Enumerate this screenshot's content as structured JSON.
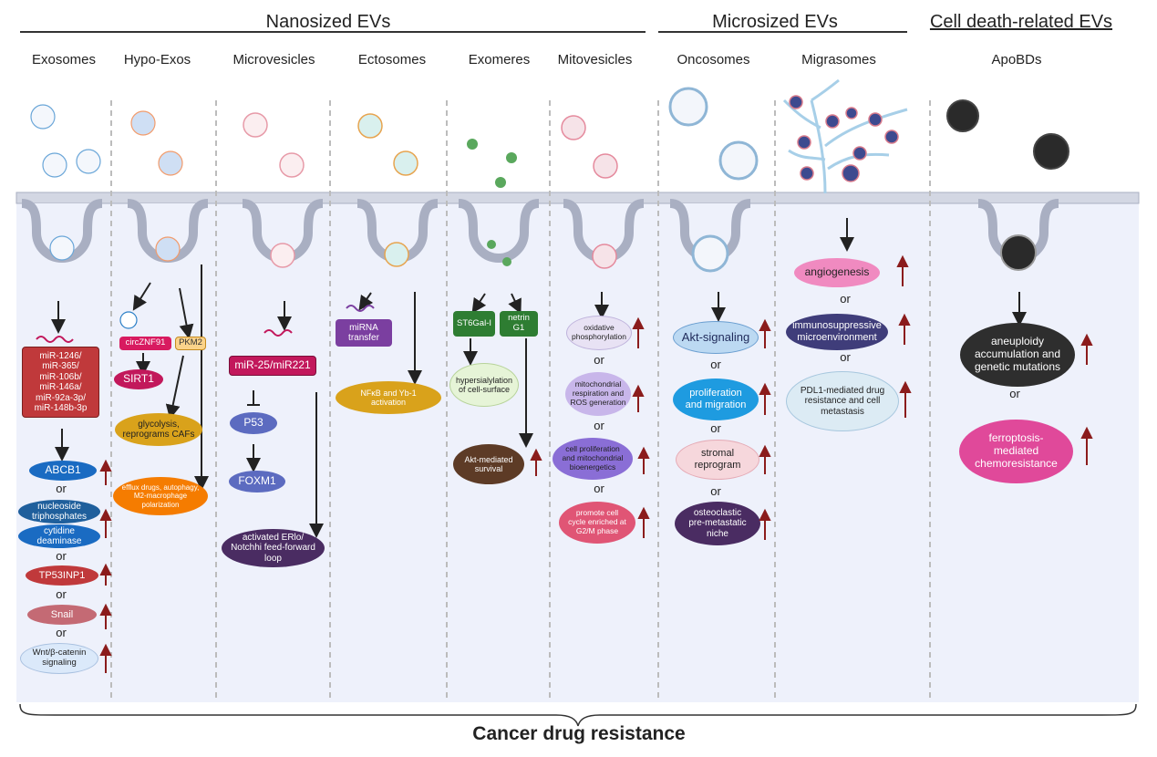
{
  "headers": {
    "nanosized": "Nanosized EVs",
    "microsized": "Microsized EVs",
    "cell_death": "Cell death-related EVs"
  },
  "columns": [
    "Exosomes",
    "Hypo-Exos",
    "Microvesicles",
    "Ectosomes",
    "Exomeres",
    "Mitovesicles",
    "Oncosomes",
    "Migrasomes",
    "ApoBDs"
  ],
  "or_label": "or",
  "exosomes": {
    "mirna": "miR-1246/\nmiR-365/\nmiR-106b/\nmiR-146a/\nmiR-92a-3p/\nmiR-148b-3p",
    "abcb1": "ABCB1",
    "nucleoside": "nucleoside\ntriphosphates",
    "cytidine": "cytidine\ndeaminase",
    "tp53inp1": "TP53INP1",
    "snail": "Snail",
    "wnt": "Wnt/β-catenin\nsignaling"
  },
  "hypoexos": {
    "circznf91": "circZNF91",
    "pkm2": "PKM2",
    "sirt1": "SIRT1",
    "glycolysis": "glycolysis,\nreprograms CAFs",
    "efflux": "efflux drugs, autophagy,\nM2-macrophage\npolarization"
  },
  "microvesicles": {
    "mir": "miR-25/miR221",
    "p53": "P53",
    "foxm1": "FOXM1",
    "activated": "activated ERlo/\nNotchhi feed-forward\nloop"
  },
  "ectosomes": {
    "mirna_transfer": "miRNA\ntransfer",
    "nfkb": "NFκB and Yb-1\nactivation"
  },
  "exomeres": {
    "st6gal": "ST6Gal-I",
    "netrin": "netrin\nG1",
    "hypersialylation": "hypersialylation\nof cell-surface",
    "akt_survival": "Akt-mediated\nsurvival"
  },
  "mitovesicles": {
    "oxidative": "oxidative\nphosphorylation",
    "mito_resp": "mitochondrial\nrespiration and\nROS generation",
    "cell_prolif": "cell proliferation\nand mitochondrial\nbioenergetics",
    "promote": "promote cell\ncycle enriched at\nG2/M phase"
  },
  "oncosomes": {
    "akt": "Akt-signaling",
    "prolif": "proliferation\nand migration",
    "stromal": "stromal\nreprogram",
    "osteo": "osteoclastic\npre-metastatic\nniche"
  },
  "migrasomes": {
    "angio": "angiogenesis",
    "immuno": "immunosuppressive\nmicroenvironment",
    "pdl1": "PDL1-mediated drug\nresistance and cell\nmetastasis"
  },
  "apobds": {
    "aneuploidy": "aneuploidy\naccumulation and\ngenetic mutations",
    "ferroptosis": "ferroptosis-\nmediated\nchemoresistance"
  },
  "footer": "Cancer drug resistance",
  "colors": {
    "cell_bg": "#eef1fb",
    "membrane": "#c9cedd",
    "red_box": "#c0393b",
    "blue_box": "#1a6bc2",
    "purple": "#57488a",
    "dark": "#2e2e2e",
    "arrow_up": "#8b1c1c"
  }
}
